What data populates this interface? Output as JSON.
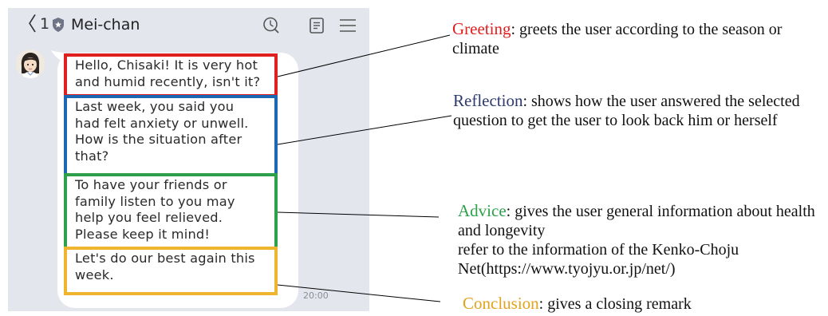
{
  "header": {
    "back_count": "1",
    "title": "Mei-chan",
    "icons": [
      "search-icon",
      "notes-icon",
      "menu-icon"
    ]
  },
  "message": {
    "greeting": "Hello, Chisaki! It is very hot\nand humid recently, isn't it?",
    "reflection": "Last week, you said you\nhad felt anxiety or unwell.\nHow is the situation after\nthat?",
    "advice": "To have your friends or\nfamily listen to you may\nhelp you feel relieved.\nPlease keep it mind!",
    "conclusion": "Let's do our best again this\nweek.",
    "time": "20:00"
  },
  "annotations": {
    "greeting": {
      "label": "Greeting",
      "text": ": greets the user according to the season or climate",
      "color": "#e0201f"
    },
    "reflection": {
      "label": "Reflection",
      "text": ": shows how the user answered the selected question to get the user to look back him or herself",
      "color": "#2e3a6e"
    },
    "advice": {
      "label": "Advice",
      "text": ":  gives the user general information about health and longevity\nrefer to the information of the Kenko-Choju Net(https://www.tyojyu.or.jp/net/)",
      "color": "#2ca04a"
    },
    "conclusion": {
      "label": "Conclusion",
      "text": ": gives a closing remark",
      "color": "#e2a21c"
    }
  },
  "colors": {
    "greeting_box": "#e0201f",
    "reflection_box": "#1a68b3",
    "advice_box": "#2ca04a",
    "conclusion_box": "#f0b52e",
    "chat_background": "#e4e6ee"
  }
}
